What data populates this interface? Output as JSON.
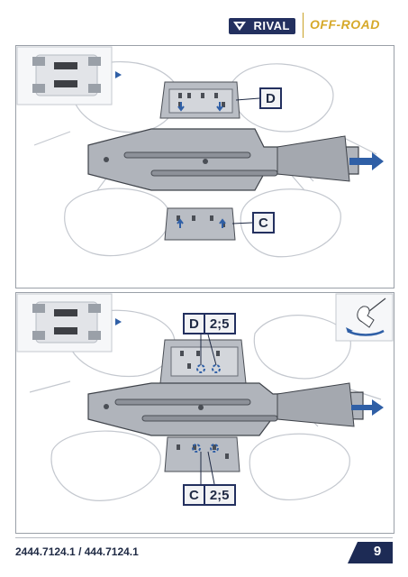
{
  "header": {
    "brand": "RIVAL",
    "brand_secondary": "OFF-ROAD"
  },
  "panels": [
    {
      "callouts": [
        {
          "letter": "D"
        },
        {
          "letter": "C"
        }
      ]
    },
    {
      "callouts": [
        {
          "letter": "D",
          "value": "2;5"
        },
        {
          "letter": "C",
          "value": "2;5"
        }
      ]
    }
  ],
  "footer": {
    "part_number": "2444.7124.1 / 444.7124.1",
    "page_number": "9"
  },
  "colors": {
    "navy": "#1d2b55",
    "gold": "#d6a92a",
    "arrow_blue": "#2f5fa6"
  }
}
